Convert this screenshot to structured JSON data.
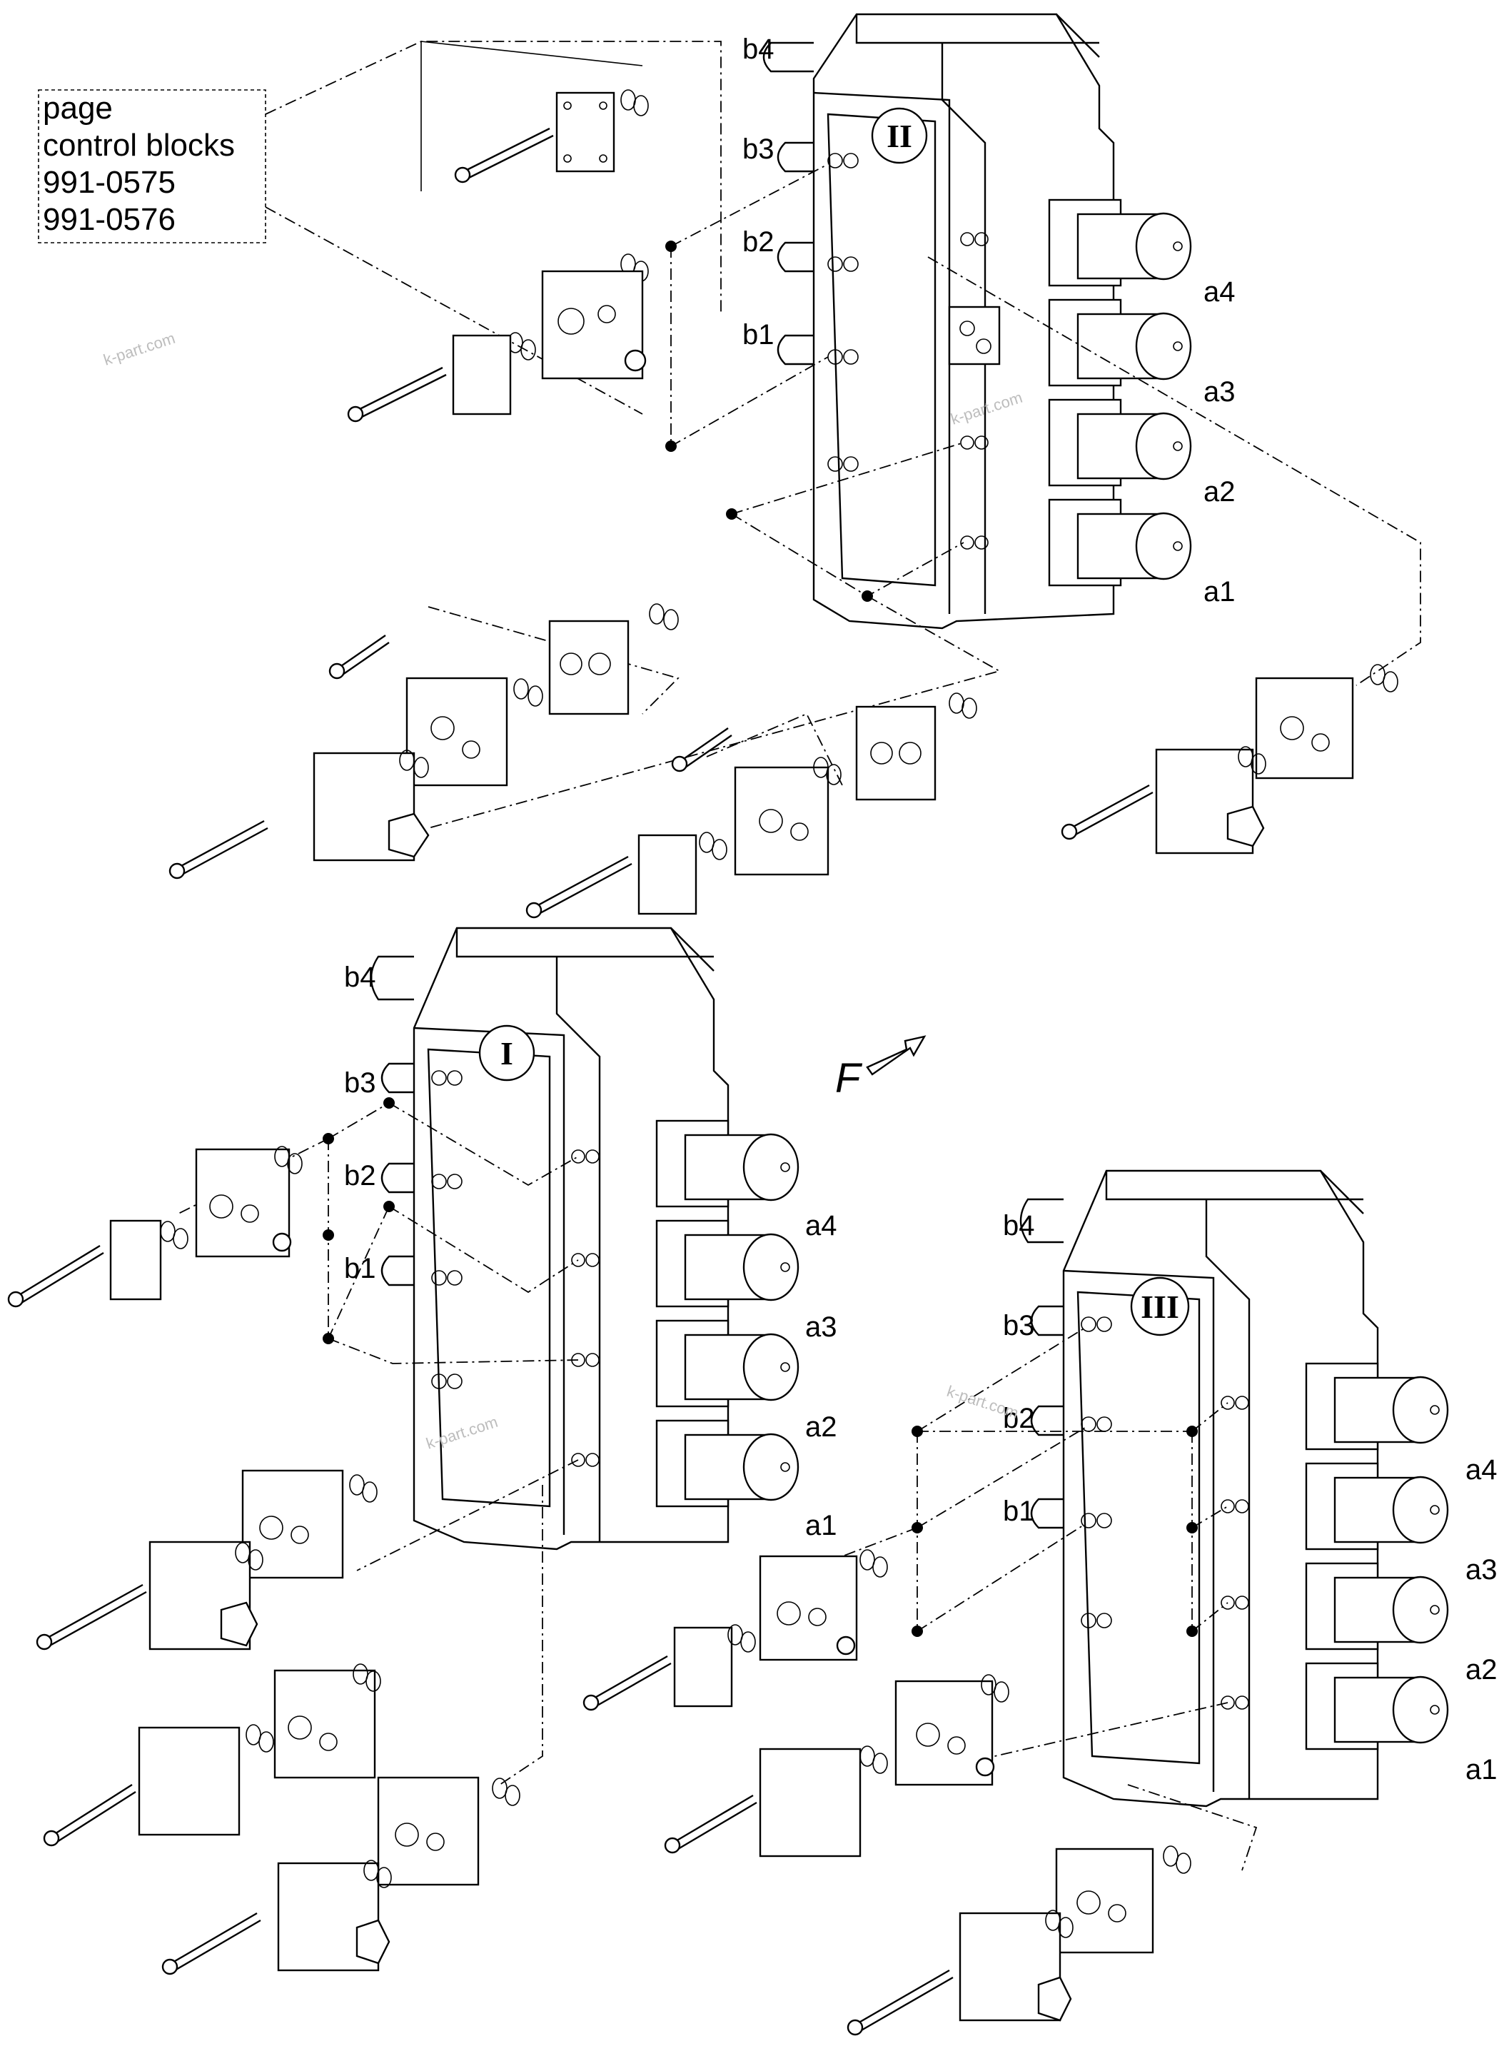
{
  "reference_box": {
    "lines": [
      "page",
      "control blocks",
      "991-0575",
      "991-0576"
    ]
  },
  "watermark": "k-part.com",
  "direction_label": "F",
  "blocks": [
    {
      "roman": "II",
      "labels": {
        "b4": "b4",
        "b3": "b3",
        "b2": "b2",
        "b1": "b1",
        "a4": "a4",
        "a3": "a3",
        "a2": "a2",
        "a1": "a1"
      }
    },
    {
      "roman": "I",
      "labels": {
        "b4": "b4",
        "b3": "b3",
        "b2": "b2",
        "b1": "b1",
        "a4": "a4",
        "a3": "a3",
        "a2": "a2",
        "a1": "a1"
      }
    },
    {
      "roman": "III",
      "labels": {
        "b4": "b4",
        "b3": "b3",
        "b2": "b2",
        "b1": "b1",
        "a4": "a4",
        "a3": "a3",
        "a2": "a2",
        "a1": "a1"
      }
    }
  ],
  "icons": [
    "arrow-right-icon",
    "bolt-icon",
    "o-ring-icon",
    "solenoid-icon",
    "valve-plate-icon"
  ]
}
